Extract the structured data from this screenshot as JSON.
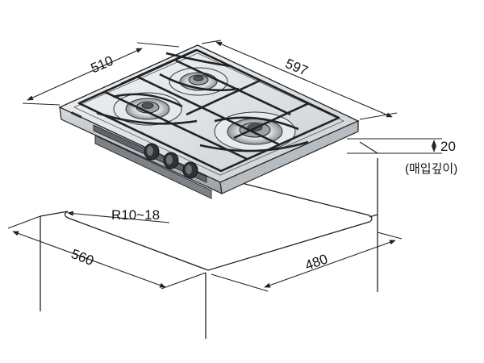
{
  "drawing": {
    "cooktop": {
      "width": "597",
      "depth": "510",
      "thickness": "20",
      "thickness_note": "(매입깊이)",
      "burners": 3,
      "knobs": 3
    },
    "cutout": {
      "width": "560",
      "depth": "480",
      "corner_radius": "R10~18"
    },
    "colors": {
      "line": "#222222",
      "metal": "#cfd3d6",
      "dark": "#3a3f44"
    }
  }
}
